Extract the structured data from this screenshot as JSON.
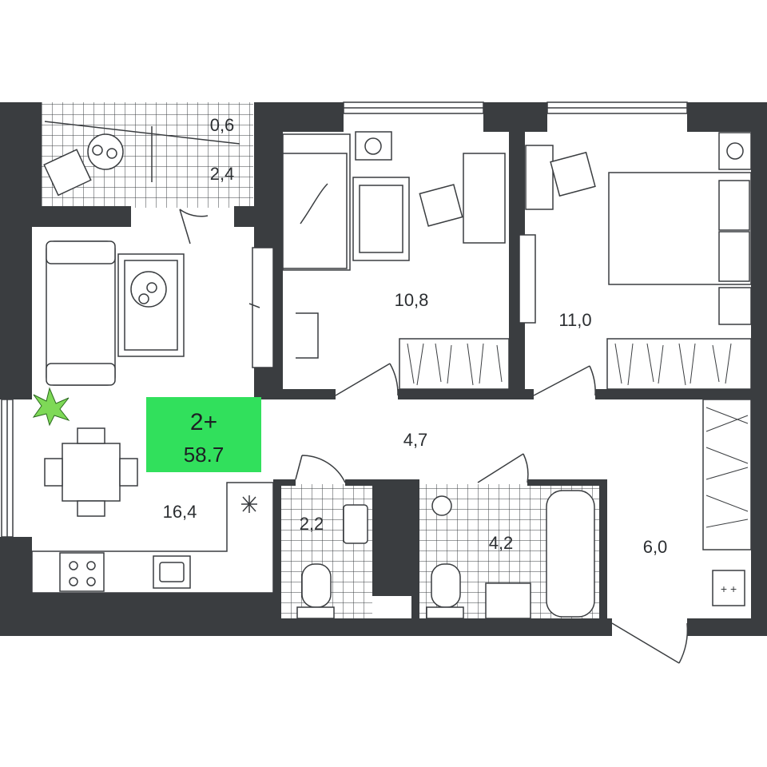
{
  "plan": {
    "rooms_count": "2+",
    "total_area": "58.7",
    "badge_color": "#31e05c",
    "wall_color": "#3a3d40",
    "rooms": [
      {
        "id": "balcony-small",
        "label": "0,6"
      },
      {
        "id": "balcony",
        "label": "2,4"
      },
      {
        "id": "bedroom-1",
        "label": "10,8"
      },
      {
        "id": "bedroom-2",
        "label": "11,0"
      },
      {
        "id": "corridor",
        "label": "4,7"
      },
      {
        "id": "kitchen-living",
        "label": "16,4"
      },
      {
        "id": "wc",
        "label": "2,2"
      },
      {
        "id": "bathroom",
        "label": "4,2"
      },
      {
        "id": "hall",
        "label": "6,0"
      }
    ]
  }
}
